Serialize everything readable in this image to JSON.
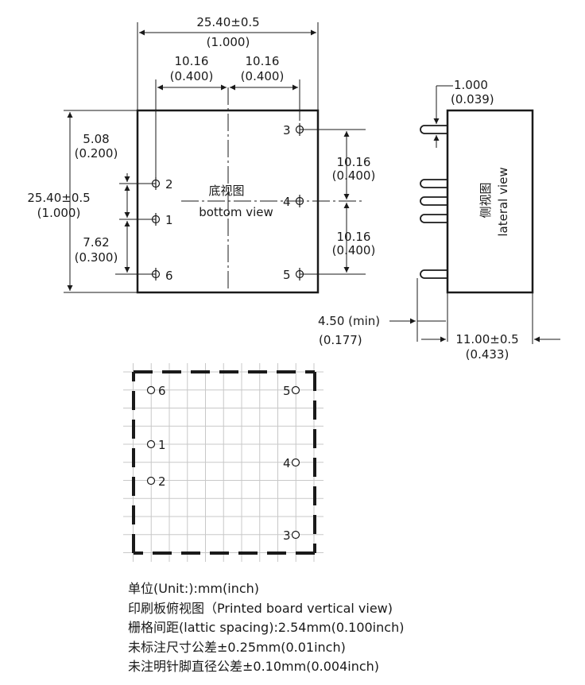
{
  "bottom_view": {
    "title_cn": "底视图",
    "title_en": "bottom view",
    "pins": [
      {
        "number": "1"
      },
      {
        "number": "2"
      },
      {
        "number": "3"
      },
      {
        "number": "4"
      },
      {
        "number": "5"
      },
      {
        "number": "6"
      }
    ],
    "dims": {
      "width": {
        "mm": "25.40±0.5",
        "inch": "(1.000)"
      },
      "height": {
        "mm": "25.40±0.5",
        "inch": "(1.000)"
      },
      "pitch_left": {
        "mm": "10.16",
        "inch": "(0.400)"
      },
      "pitch_right": {
        "mm": "10.16",
        "inch": "(0.400)"
      },
      "pin2_offset": {
        "mm": "5.08",
        "inch": "(0.200)"
      },
      "pin6_offset": {
        "mm": "7.62",
        "inch": "(0.300)"
      },
      "pin3_4": {
        "mm": "10.16",
        "inch": "(0.400)"
      },
      "pin4_5": {
        "mm": "10.16",
        "inch": "(0.400)"
      }
    }
  },
  "lateral_view": {
    "title_cn": "侧视图",
    "title_en": "lateral view",
    "dims": {
      "pin_dia": {
        "mm": "1.000",
        "inch": "(0.039)"
      },
      "pin_len": {
        "mm": "4.50 (min)",
        "inch": "(0.177)"
      },
      "height": {
        "mm": "11.00±0.5",
        "inch": "(0.433)"
      }
    }
  },
  "pcb_view": {
    "pins": [
      {
        "number": "6"
      },
      {
        "number": "5"
      },
      {
        "number": "1"
      },
      {
        "number": "4"
      },
      {
        "number": "2"
      },
      {
        "number": "3"
      }
    ]
  },
  "notes": [
    "单位(Unit:):mm(inch)",
    "印刷板俯视图（Printed board vertical view)",
    "栅格间距(lattic spacing):2.54mm(0.100inch)",
    "未标注尺寸公差±0.25mm(0.01inch)",
    "未注明针脚直径公差±0.10mm(0.004inch)"
  ],
  "colors": {
    "line": "#1a1a1a",
    "grid": "#c8c8c8"
  }
}
